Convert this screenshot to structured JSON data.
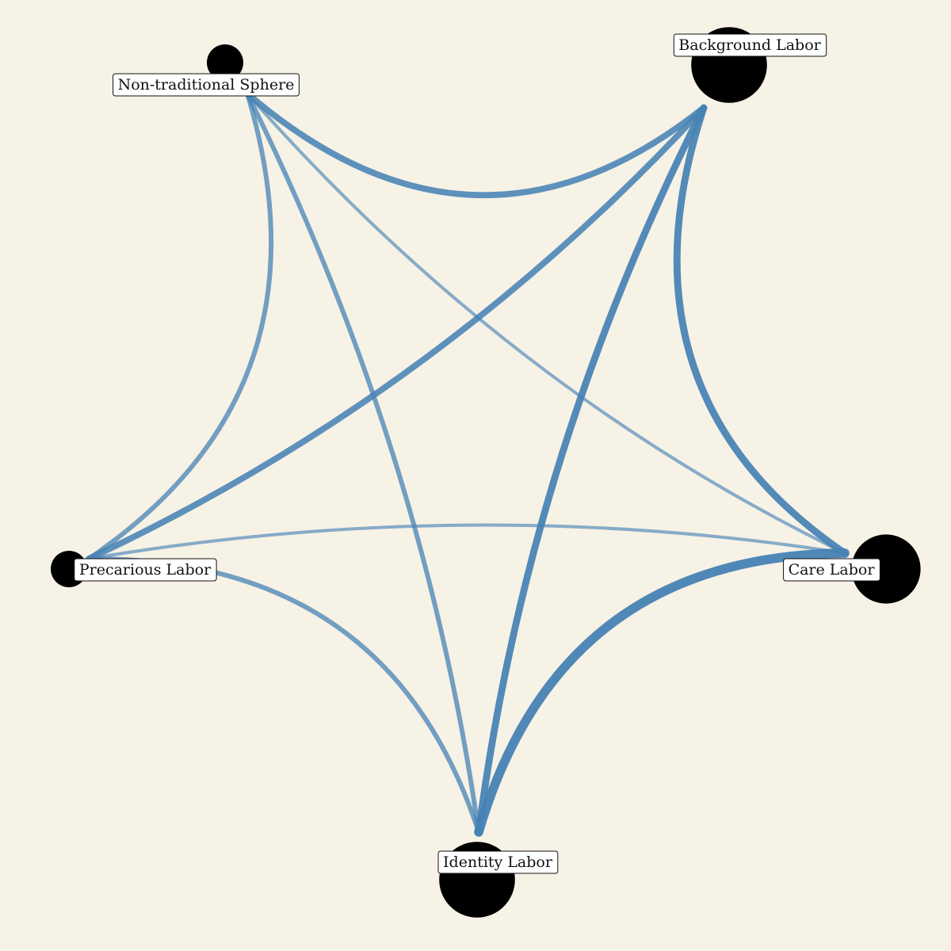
{
  "diagram": {
    "nodes": [
      {
        "id": "non-traditional-sphere",
        "label": "Non-traditional Sphere",
        "weight": 1
      },
      {
        "id": "background-labor",
        "label": "Background Labor",
        "weight": 3
      },
      {
        "id": "care-labor",
        "label": "Care Labor",
        "weight": 2.5
      },
      {
        "id": "identity-labor",
        "label": "Identity Labor",
        "weight": 3
      },
      {
        "id": "precarious-labor",
        "label": "Precarious Labor",
        "weight": 1
      }
    ],
    "edges": [
      {
        "source": "non-traditional-sphere",
        "target": "background-labor",
        "weight": 7
      },
      {
        "source": "non-traditional-sphere",
        "target": "precarious-labor",
        "weight": 5
      },
      {
        "source": "non-traditional-sphere",
        "target": "identity-labor",
        "weight": 5
      },
      {
        "source": "non-traditional-sphere",
        "target": "care-labor",
        "weight": 3
      },
      {
        "source": "background-labor",
        "target": "care-labor",
        "weight": 8
      },
      {
        "source": "background-labor",
        "target": "identity-labor",
        "weight": 8
      },
      {
        "source": "background-labor",
        "target": "precarious-labor",
        "weight": 7
      },
      {
        "source": "care-labor",
        "target": "identity-labor",
        "weight": 11
      },
      {
        "source": "care-labor",
        "target": "precarious-labor",
        "weight": 3
      },
      {
        "source": "identity-labor",
        "target": "precarious-labor",
        "weight": 5
      }
    ],
    "colors": {
      "background": "#f7f2e6",
      "edge": "#4682b4",
      "node": "#000000",
      "label_box": "#ffffff"
    }
  }
}
